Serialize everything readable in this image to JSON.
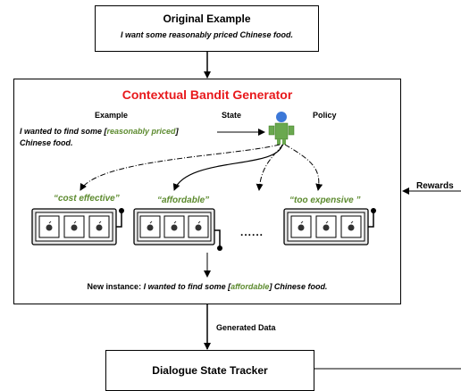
{
  "original": {
    "title": "Original Example",
    "text": "I want some reasonably priced Chinese food."
  },
  "generator": {
    "title": "Contextual Bandit Generator",
    "example_label": "Example",
    "state_label": "State",
    "policy_label": "Policy",
    "example_prefix": "I wanted to find some [",
    "example_highlight": "reasonably priced",
    "example_suffix": "]",
    "example_line2": "Chinese food.",
    "arms": [
      "“cost effective”",
      "“affordable”",
      "“too expensive ”"
    ],
    "ellipsis": "......",
    "new_instance_label": "New instance:",
    "new_instance_prefix": " I wanted to find some [",
    "new_instance_highlight": "affordable",
    "new_instance_suffix": "] Chinese food."
  },
  "rewards_label": "Rewards",
  "generated_label": "Generated Data",
  "tracker": {
    "title": "Dialogue State Tracker"
  },
  "colors": {
    "accent_red": "#e8191c",
    "phrase_green": "#5c8a2e",
    "robot_green": "#6aa84f",
    "robot_head": "#3c78d8"
  }
}
